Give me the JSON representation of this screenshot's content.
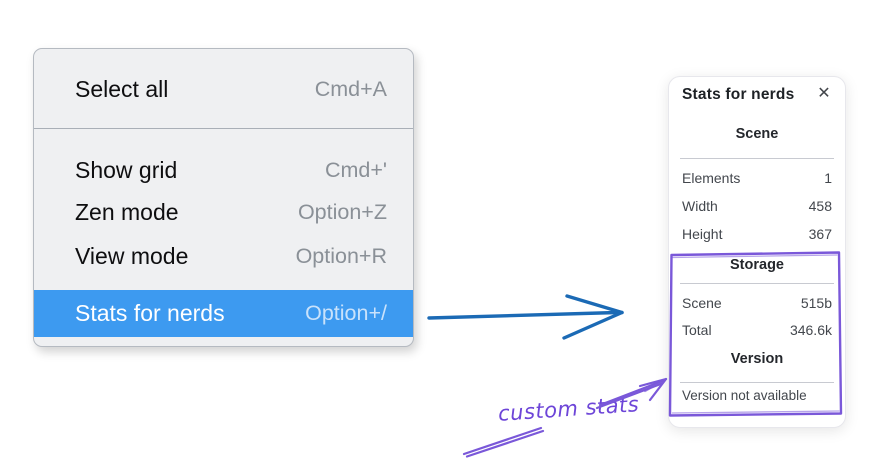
{
  "context_menu": {
    "items": [
      {
        "label": "Select all",
        "shortcut": "Cmd+A"
      },
      {
        "label": "Show grid",
        "shortcut": "Cmd+'"
      },
      {
        "label": "Zen mode",
        "shortcut": "Option+Z"
      },
      {
        "label": "View mode",
        "shortcut": "Option+R"
      },
      {
        "label": "Stats for nerds",
        "shortcut": "Option+/"
      }
    ],
    "highlighted_item": "Stats for nerds",
    "highlight_color": "#3d9af0"
  },
  "stats_panel": {
    "title": "Stats for nerds",
    "close_glyph": "✕",
    "sections": [
      {
        "heading": "Scene",
        "rows": [
          {
            "label": "Elements",
            "value": "1"
          },
          {
            "label": "Width",
            "value": "458"
          },
          {
            "label": "Height",
            "value": "367"
          }
        ]
      },
      {
        "heading": "Storage",
        "rows": [
          {
            "label": "Scene",
            "value": "515b"
          },
          {
            "label": "Total",
            "value": "346.6k"
          }
        ]
      },
      {
        "heading": "Version",
        "note": "Version not available"
      }
    ]
  },
  "annotation": {
    "label": "custom stats",
    "text_color": "#6d45d8",
    "stroke_color": "#7a58d9"
  },
  "connector_arrow": {
    "color": "#1b6ab5"
  }
}
